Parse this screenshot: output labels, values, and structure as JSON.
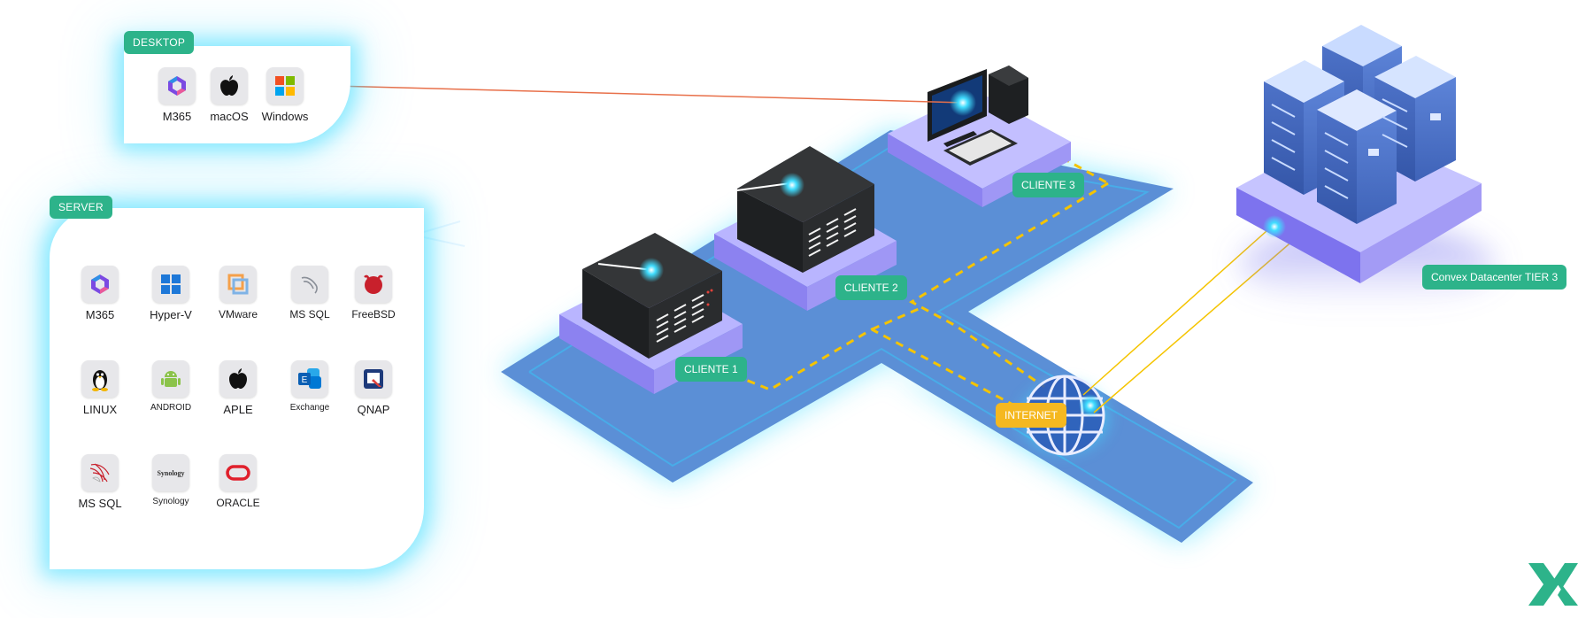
{
  "desktop": {
    "tag": "DESKTOP",
    "items": [
      {
        "label": "M365",
        "icon": "m365-icon"
      },
      {
        "label": "macOS",
        "icon": "apple-icon"
      },
      {
        "label": "Windows",
        "icon": "windows-icon"
      }
    ]
  },
  "server": {
    "tag": "SERVER",
    "items": [
      {
        "label": "M365",
        "icon": "m365-icon"
      },
      {
        "label": "Hyper-V",
        "icon": "windows-icon"
      },
      {
        "label": "VMware",
        "icon": "vmware-icon"
      },
      {
        "label": "MS SQL",
        "icon": "mssql-icon"
      },
      {
        "label": "FreeBSD",
        "icon": "freebsd-icon"
      },
      {
        "label": "LINUX",
        "icon": "linux-icon"
      },
      {
        "label": "ANDROID",
        "icon": "android-icon"
      },
      {
        "label": "APLE",
        "icon": "apple-icon"
      },
      {
        "label": "Exchange",
        "icon": "exchange-icon"
      },
      {
        "label": "QNAP",
        "icon": "qnap-icon"
      },
      {
        "label": "MS SQL",
        "icon": "mssql-server-icon"
      },
      {
        "label": "Synology",
        "icon": "synology-icon"
      },
      {
        "label": "ORACLE",
        "icon": "oracle-icon"
      }
    ]
  },
  "nodes": {
    "cliente1": "CLIENTE 1",
    "cliente2": "CLIENTE 2",
    "cliente3": "CLIENTE 3",
    "internet": "INTERNET",
    "datacenter": "Convex Datacenter TIER 3"
  },
  "colors": {
    "accent_green": "#2db38a",
    "internet_yellow": "#f5b820",
    "floor_blue": "#5b8fd6",
    "glow_cyan": "#40ddff",
    "desktop_link": "#e8704a",
    "internet_link": "#f5c400"
  }
}
